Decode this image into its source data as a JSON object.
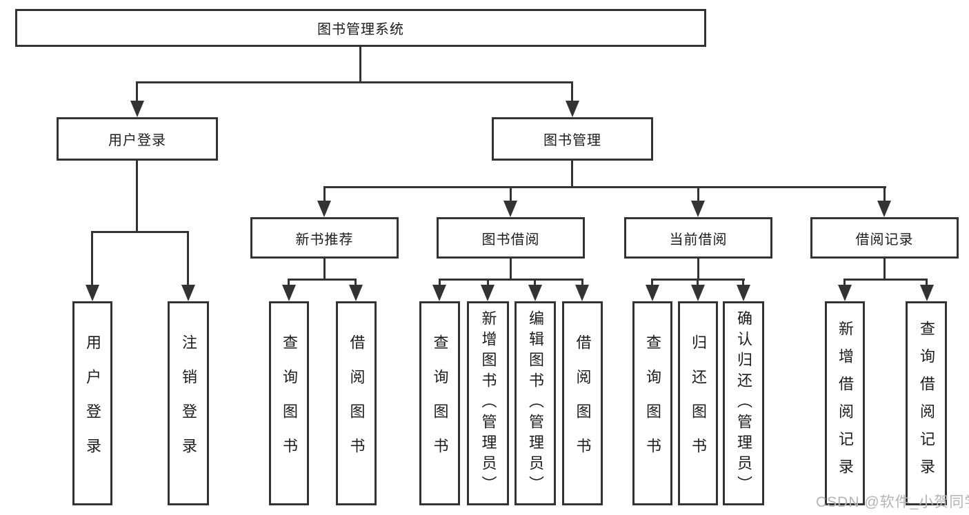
{
  "diagram": {
    "root": {
      "label": "图书管理系统"
    },
    "level2": [
      {
        "label": "用户登录"
      },
      {
        "label": "图书管理"
      }
    ],
    "level3": [
      {
        "label": "新书推荐"
      },
      {
        "label": "图书借阅"
      },
      {
        "label": "当前借阅"
      },
      {
        "label": "借阅记录"
      }
    ],
    "leaves": {
      "user_login_group": [
        {
          "label": "用户登录"
        },
        {
          "label": "注销登录"
        }
      ],
      "new_book_group": [
        {
          "label": "查询图书"
        },
        {
          "label": "借阅图书"
        }
      ],
      "book_borrow_group": [
        {
          "label": "查询图书"
        },
        {
          "label": "新增图书（管理员）"
        },
        {
          "label": "编辑图书（管理员）"
        },
        {
          "label": "借阅图书"
        }
      ],
      "current_borrow_group": [
        {
          "label": "查询图书"
        },
        {
          "label": "归还图书"
        },
        {
          "label": "确认归还（管理员）"
        }
      ],
      "records_group": [
        {
          "label": "新增借阅记录"
        },
        {
          "label": "查询借阅记录"
        }
      ]
    }
  },
  "watermark": {
    "text": "CSDN @软件_小贺同学"
  },
  "colors": {
    "line": "#333333",
    "text": "#1c1c1c",
    "watermark": "#b4b4b4",
    "background": "#ffffff"
  }
}
